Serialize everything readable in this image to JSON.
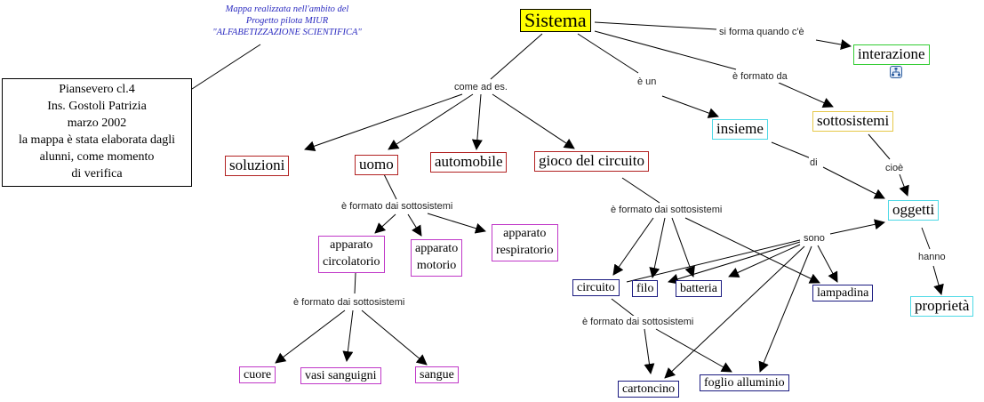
{
  "colors": {
    "root_fill": "#ffff00",
    "root_border": "#000000",
    "example_border": "#b22222",
    "interazione_border": "#33cc33",
    "sottosistemi_border": "#e6c84a",
    "concept_border": "#4dd9e6",
    "body_border": "#c038c8",
    "circuit_border": "#1a1a80",
    "credit_text": "#2b2bc0"
  },
  "credit": {
    "line1": "Mappa realizzata nell'ambito del",
    "line2": "Progetto pilota MIUR",
    "line3": "\"ALFABETIZZAZIONE SCIENTIFICA\""
  },
  "info_box": {
    "line1": "Piansevero cl.4",
    "line2": "Ins. Gostoli Patrizia",
    "line3": "marzo 2002",
    "line4": "la mappa è stata elaborata dagli",
    "line5": "alunni, come momento",
    "line6": "di verifica"
  },
  "nodes": {
    "sistema": "Sistema",
    "interazione": "interazione",
    "sottosistemi": "sottosistemi",
    "insieme": "insieme",
    "oggetti": "oggetti",
    "proprieta": "proprietà",
    "soluzioni": "soluzioni",
    "uomo": "uomo",
    "automobile": "automobile",
    "gioco": "gioco del circuito",
    "app_circ_1": "apparato",
    "app_circ_2": "circolatorio",
    "app_mot_1": "apparato",
    "app_mot_2": "motorio",
    "app_resp_1": "apparato",
    "app_resp_2": "respiratorio",
    "cuore": "cuore",
    "vasi": "vasi sanguigni",
    "sangue": "sangue",
    "circuito": "circuito",
    "filo": "filo",
    "batteria": "batteria",
    "lampadina": "lampadina",
    "cartoncino": "cartoncino",
    "foglio": "foglio alluminio"
  },
  "links": {
    "si_forma": "si forma quando c'è",
    "formato_da": "è formato da",
    "e_un": "è un",
    "come_ad_es": "come ad es.",
    "di": "di",
    "cioe": "cioè",
    "hanno": "hanno",
    "sono": "sono",
    "uomo_sub": "è formato dai sottosistemi",
    "circ_sub": "è formato dai sottosistemi",
    "gioco_sub": "è formato dai sottosistemi",
    "circuito_sub": "è formato dai sottosistemi"
  },
  "icons": {
    "submap": "submap-hierarchy-icon"
  }
}
